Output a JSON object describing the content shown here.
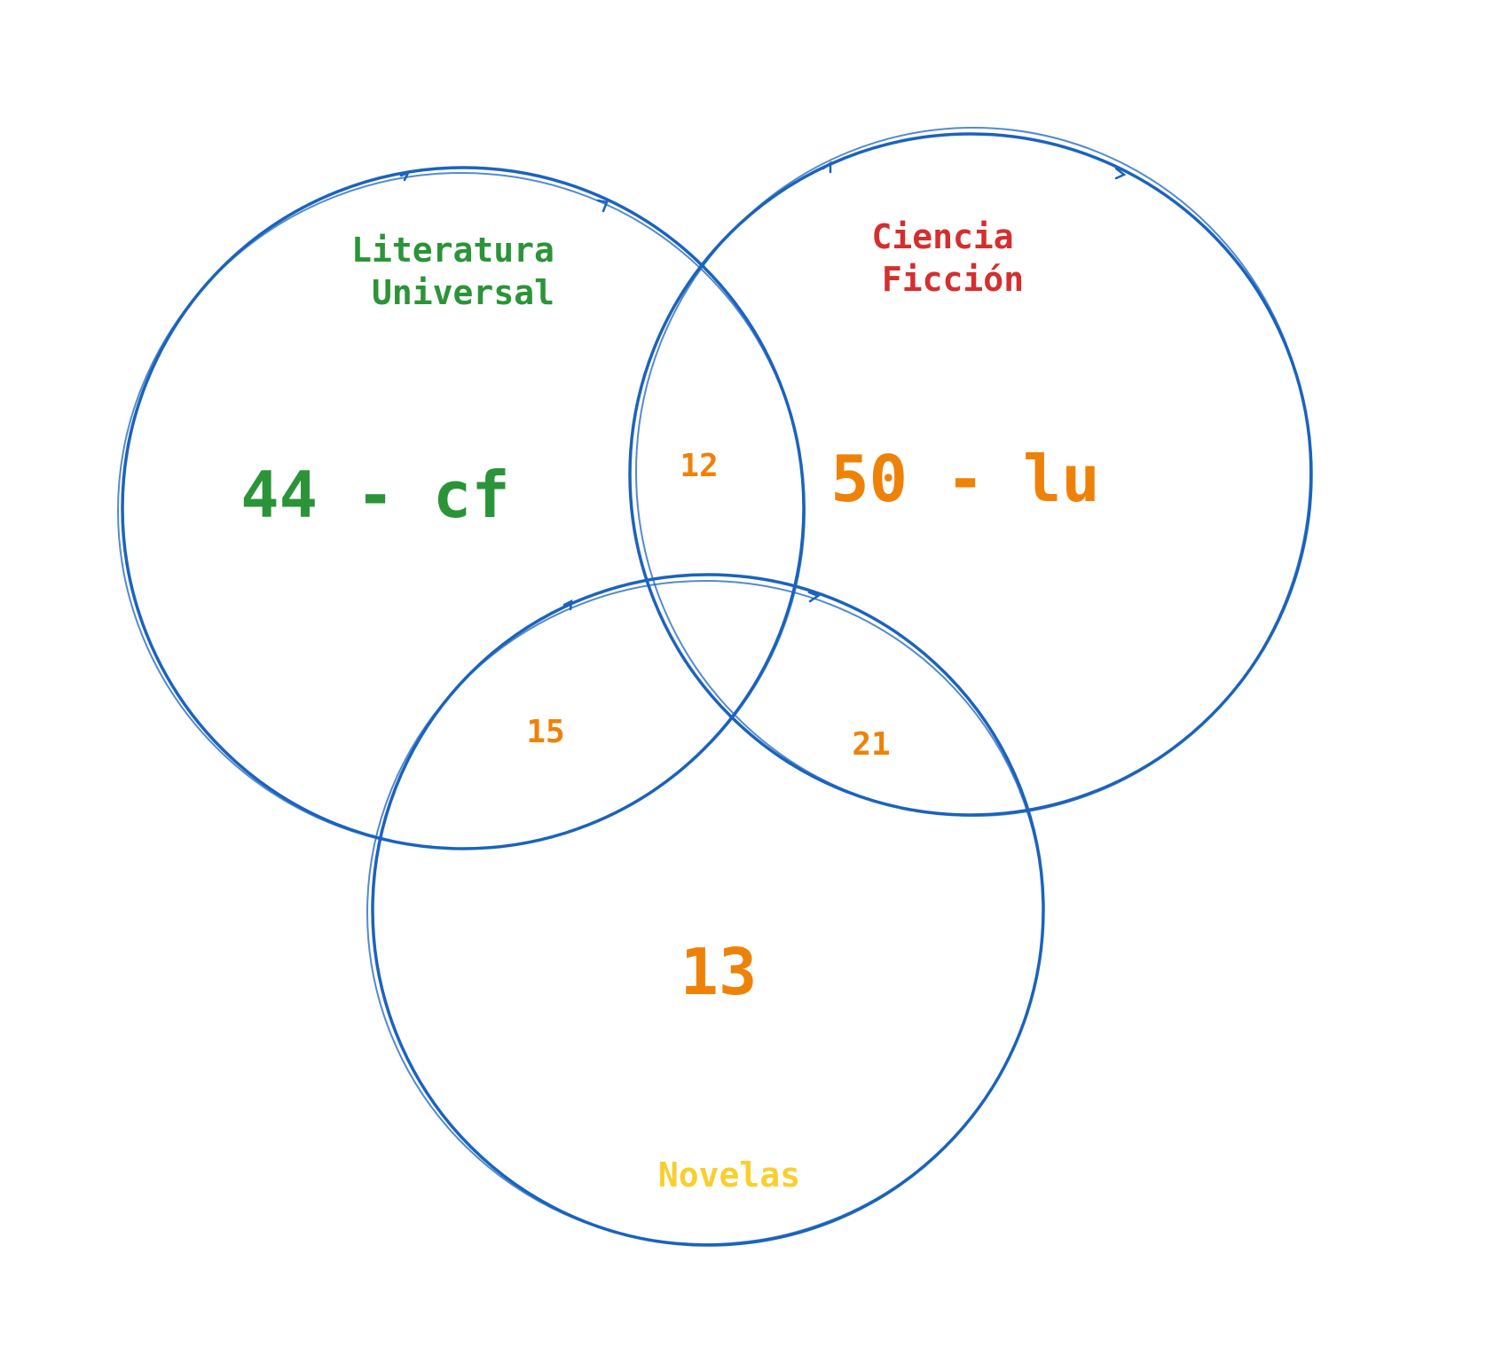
{
  "sets": [
    {
      "id": "lit",
      "label_lines": [
        "Literatura",
        "Universal"
      ],
      "color": "#2b9438"
    },
    {
      "id": "cf",
      "label_lines": [
        "Ciencia",
        "Ficción"
      ],
      "color": "#d42f2f"
    },
    {
      "id": "nov",
      "label_lines": [
        "Novelas"
      ],
      "color": "#f8cf2f"
    }
  ],
  "regions": {
    "lit_only": {
      "text": "44 - cf",
      "color": "#2b9438"
    },
    "cf_only": {
      "text": "50 - lu",
      "color": "#ee8208"
    },
    "lit_cf": {
      "text": "12",
      "color": "#ee8208"
    },
    "lit_nov": {
      "text": "15",
      "color": "#ee8208"
    },
    "cf_nov": {
      "text": "21",
      "color": "#ee8208"
    },
    "nov_only": {
      "text": "13",
      "color": "#ee8208"
    }
  },
  "colors": {
    "outline": "#1b63bd"
  }
}
